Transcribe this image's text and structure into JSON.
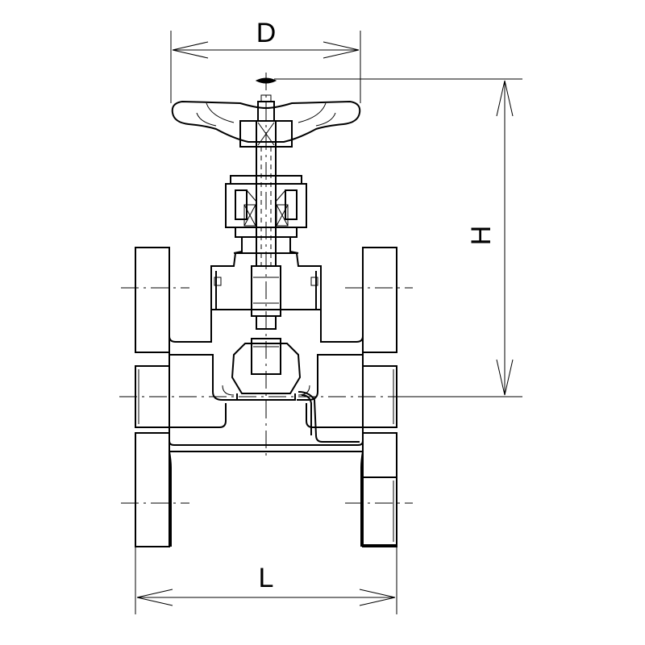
{
  "dimensions": {
    "d_label": "D",
    "h_label": "H",
    "l_label": "L"
  }
}
